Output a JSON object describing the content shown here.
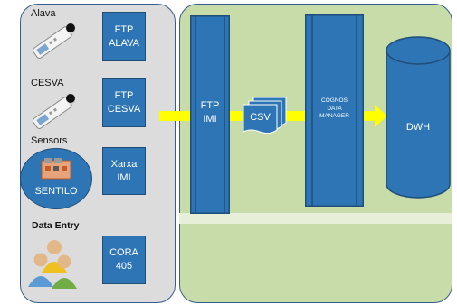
{
  "sources": {
    "alava_label": "Alava",
    "cesva_label": "CESVA",
    "sensors_label": "Sensors",
    "data_entry_label": "Data Entry"
  },
  "sentilo": {
    "label": "SENTILO"
  },
  "boxes": {
    "ftp_alava": "FTP\nALAVA",
    "ftp_cesva": "FTP\nCESVA",
    "xarxa_imi": "Xarxa\nIMI",
    "cora_405": "CORA\n405"
  },
  "pipeline": {
    "ftp_imi": "FTP\nIMI",
    "csv": "CSV",
    "cognos_line1": "COGNOS",
    "cognos_line2": "DATA",
    "cognos_line3": "MANAGER",
    "dwh": "DWH"
  },
  "colors": {
    "box_fill": "#2e75b6",
    "box_border": "#1f4e79",
    "left_panel": "#dcdcdc",
    "right_panel": "#c7dca8",
    "arrow": "#ffff00"
  }
}
